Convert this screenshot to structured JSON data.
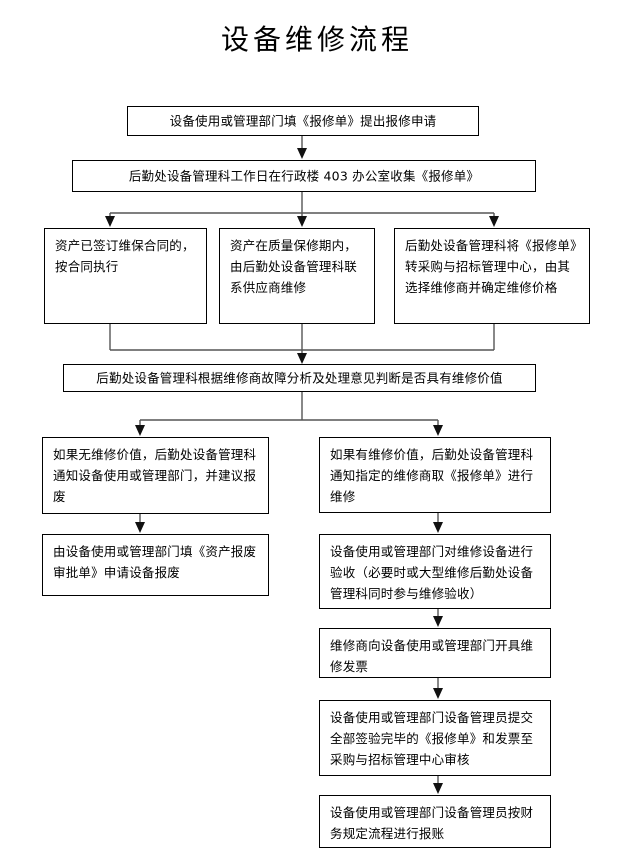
{
  "document": {
    "title": "设备维修流程",
    "type": "flowchart",
    "background_color": "#ffffff",
    "line_color": "#555555",
    "box_border_color": "#000000",
    "text_color": "#000000"
  },
  "flow": {
    "nodes": [
      {
        "id": "n1",
        "text": "设备使用或管理部门填《报修单》提出报修申请",
        "align": "center"
      },
      {
        "id": "n2",
        "text": "后勤处设备管理科工作日在行政楼 403 办公室收集《报修单》",
        "align": "center"
      },
      {
        "id": "n3a",
        "text": "资产已签订维保合同的，按合同执行",
        "align": "left"
      },
      {
        "id": "n3b",
        "text": "资产在质量保修期内，由后勤处设备管理科联系供应商维修",
        "align": "left"
      },
      {
        "id": "n3c",
        "text": "后勤处设备管理科将《报修单》转采购与招标管理中心，由其选择维修商并确定维修价格",
        "align": "left"
      },
      {
        "id": "n4",
        "text": "后勤处设备管理科根据维修商故障分析及处理意见判断是否具有维修价值",
        "align": "center"
      },
      {
        "id": "n5l",
        "text": "如果无维修价值，后勤处设备管理科通知设备使用或管理部门，并建议报废",
        "align": "left"
      },
      {
        "id": "n6l",
        "text": "由设备使用或管理部门填《资产报废审批单》申请设备报废",
        "align": "left"
      },
      {
        "id": "n5r",
        "text": "如果有维修价值，后勤处设备管理科通知指定的维修商取《报修单》进行维修",
        "align": "left"
      },
      {
        "id": "n6r",
        "text": "设备使用或管理部门对维修设备进行验收（必要时或大型维修后勤处设备管理科同时参与维修验收）",
        "align": "left"
      },
      {
        "id": "n7r",
        "text": "维修商向设备使用或管理部门开具维修发票",
        "align": "left"
      },
      {
        "id": "n8r",
        "text": "设备使用或管理部门设备管理员提交全部签验完毕的《报修单》和发票至采购与招标管理中心审核",
        "align": "left"
      },
      {
        "id": "n9r",
        "text": "设备使用或管理部门设备管理员按财务规定流程进行报账",
        "align": "left"
      }
    ]
  }
}
